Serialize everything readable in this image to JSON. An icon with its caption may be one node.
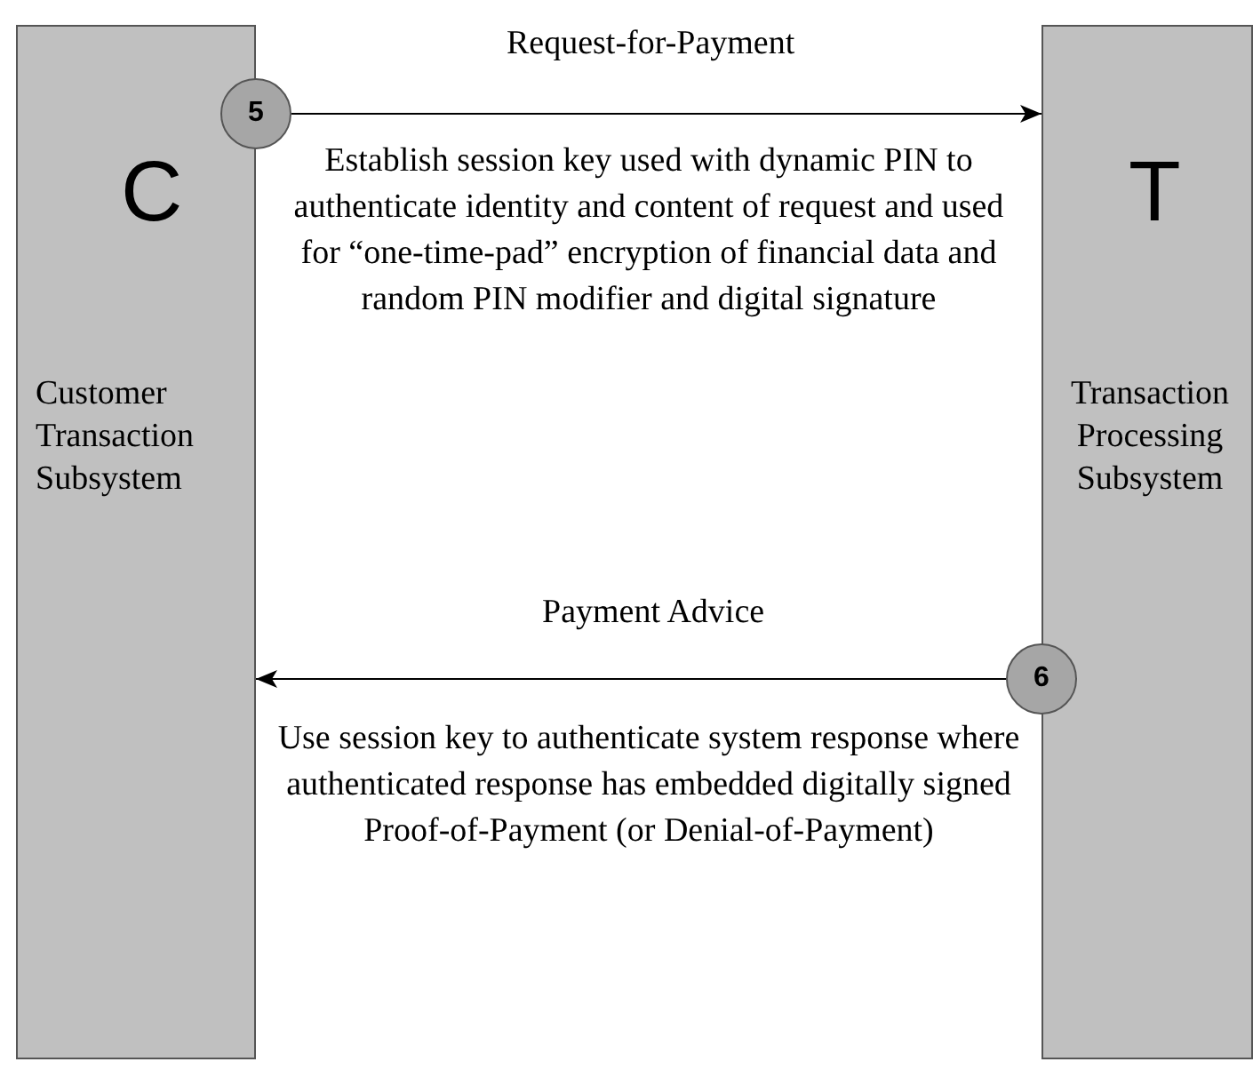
{
  "diagram": {
    "nodes": [
      {
        "text": [
          "C",
          "Customer Transaction Subsystem"
        ]
      },
      {
        "text": [
          "T",
          "Transaction Processing Subsystem"
        ]
      },
      {
        "text": [
          "5"
        ]
      },
      {
        "text": [
          "6"
        ]
      }
    ],
    "edges": [
      {
        "from": 2,
        "to": 1,
        "arrow": "to",
        "label": "Request-for-Payment"
      },
      {
        "from": 3,
        "to": 0,
        "arrow": "to",
        "label": "Payment Advice"
      }
    ],
    "labels": [
      "Establish session key used with dynamic PIN to authenticate identity and content of request and used for “one-time-pad” encryption of financial data and random PIN modifier and digital signature",
      "Use session key to authenticate system response where authenticated response has embedded digitally signed Proof-of-Payment (or Denial-of-Payment)"
    ]
  }
}
